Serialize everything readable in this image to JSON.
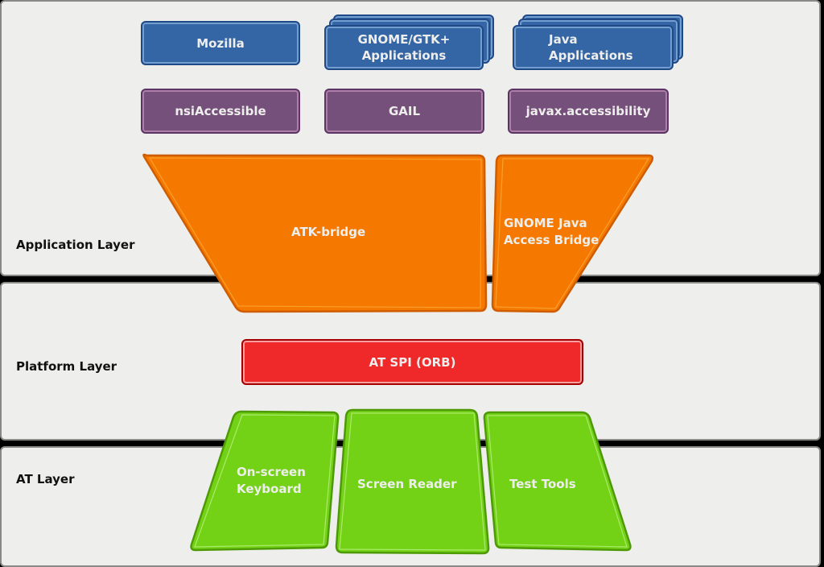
{
  "layers": [
    {
      "label": "Application Layer"
    },
    {
      "label": "Platform Layer"
    },
    {
      "label": "AT Layer"
    }
  ],
  "applications": [
    {
      "label": "Mozilla"
    },
    {
      "label_line1": "GNOME/GTK+",
      "label_line2": "Applications"
    },
    {
      "label_line1": "Java",
      "label_line2": "Applications"
    }
  ],
  "accessibility_apis": [
    {
      "label": "nsiAccessible"
    },
    {
      "label": "GAIL"
    },
    {
      "label": "javax.accessibility"
    }
  ],
  "bridges": [
    {
      "label": "ATK-bridge"
    },
    {
      "label_line1": "GNOME Java",
      "label_line2": "Access Bridge"
    }
  ],
  "platform": {
    "label": "AT SPI (ORB)"
  },
  "at_tools": [
    {
      "label_line1": "On-screen",
      "label_line2": "Keyboard"
    },
    {
      "label": "Screen Reader"
    },
    {
      "label": "Test Tools"
    }
  ],
  "colors": {
    "application": "#3465a4",
    "api": "#75507b",
    "bridge": "#f57900",
    "platform": "#ef2929",
    "at": "#73d216",
    "layer_bg": "#eeeeec"
  }
}
